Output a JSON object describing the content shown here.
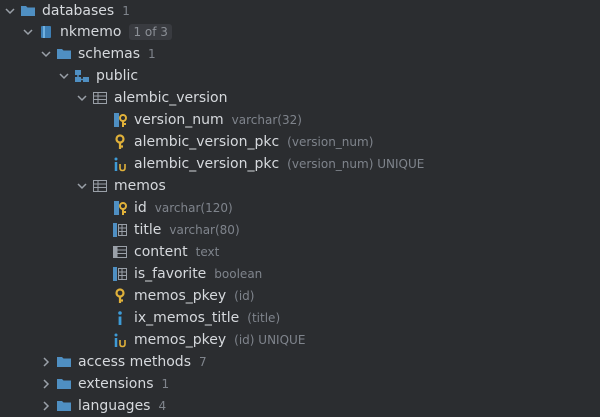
{
  "tree": {
    "databases": {
      "label": "databases",
      "count": "1"
    },
    "db": {
      "label": "nkmemo",
      "badge": "1 of 3"
    },
    "schemas": {
      "label": "schemas",
      "count": "1"
    },
    "schema": {
      "label": "public"
    },
    "table1": {
      "label": "alembic_version",
      "children": [
        {
          "label": "version_num",
          "meta": "varchar(32)"
        },
        {
          "label": "alembic_version_pkc",
          "meta": "(version_num)"
        },
        {
          "label": "alembic_version_pkc",
          "meta": "(version_num) UNIQUE"
        }
      ]
    },
    "table2": {
      "label": "memos",
      "children": [
        {
          "label": "id",
          "meta": "varchar(120)"
        },
        {
          "label": "title",
          "meta": "varchar(80)"
        },
        {
          "label": "content",
          "meta": "text"
        },
        {
          "label": "is_favorite",
          "meta": "boolean"
        },
        {
          "label": "memos_pkey",
          "meta": "(id)"
        },
        {
          "label": "ix_memos_title",
          "meta": "(title)"
        },
        {
          "label": "memos_pkey",
          "meta": "(id) UNIQUE"
        }
      ]
    },
    "access_methods": {
      "label": "access methods",
      "count": "7"
    },
    "extensions": {
      "label": "extensions",
      "count": "1"
    },
    "languages": {
      "label": "languages",
      "count": "4"
    }
  },
  "colors": {
    "background": "#2b2d30",
    "folder": "#4f8fc2",
    "key": "#e0b13a",
    "index": "#3e9bd6",
    "column": "#9aa0a8"
  }
}
